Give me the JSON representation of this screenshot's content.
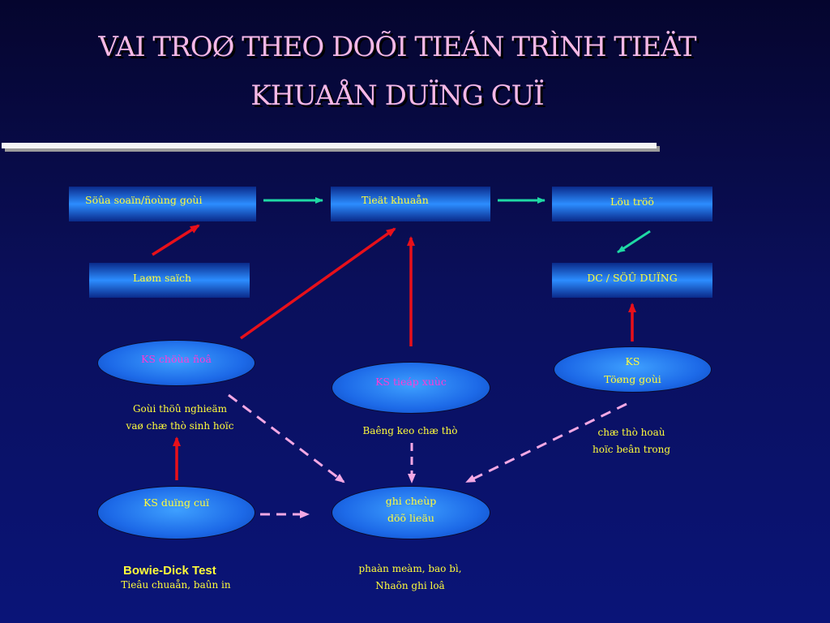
{
  "title_line1": "VAI TROØ THEO DOÕI TIEÁN TRÌNH TIEÄT",
  "title_line2": "KHUAÅN DUÏNG CUÏ",
  "boxes": {
    "soan_goi": "Söûa soaïn/ñoùng goùi",
    "tiet_khuan": "Tieät khuaån",
    "luu_tru": "Löu tröõ",
    "lam_sach": "Laøm saïch",
    "dc_su_dung": "DC / SÖÛ DUÏNG"
  },
  "ellipses": {
    "ks_chua_hoa": "KS chöùa ñoâ",
    "ks_tiep_xuc": "KS tieáp xuùc",
    "ks_tong_goi_1": "KS",
    "ks_tong_goi_2": "Töøng goùi",
    "ks_dung_cu": "KS  duïng cuï",
    "ghi_chep_1": "ghi cheùp",
    "ghi_chep_2": "döõ lieäu"
  },
  "notes": {
    "goi_thu_1": "Goùi thöû nghieäm",
    "goi_thu_2": "vaø chæ thò sinh hoïc",
    "bang_keo": "Baêng keo chæ thò",
    "chi_thi_1": "chæ thò hoaù",
    "chi_thi_2": "hoïc beân trong",
    "bowie_dick": "Bowie-Dick Test",
    "tieu_chuan": "Tieâu chuaån, baûn in",
    "phan_mem_1": "phaàn meàm, bao bì,",
    "phan_mem_2": "Nhaõn ghi loâ"
  },
  "colors": {
    "title": "#f5b8e6",
    "box_text": "#fffc3a",
    "ellipse_label_magenta": "#ff3ad6",
    "arrow_red": "#e8101a",
    "arrow_teal": "#1fd9a4",
    "dashed_pink": "#f3a8e4"
  }
}
